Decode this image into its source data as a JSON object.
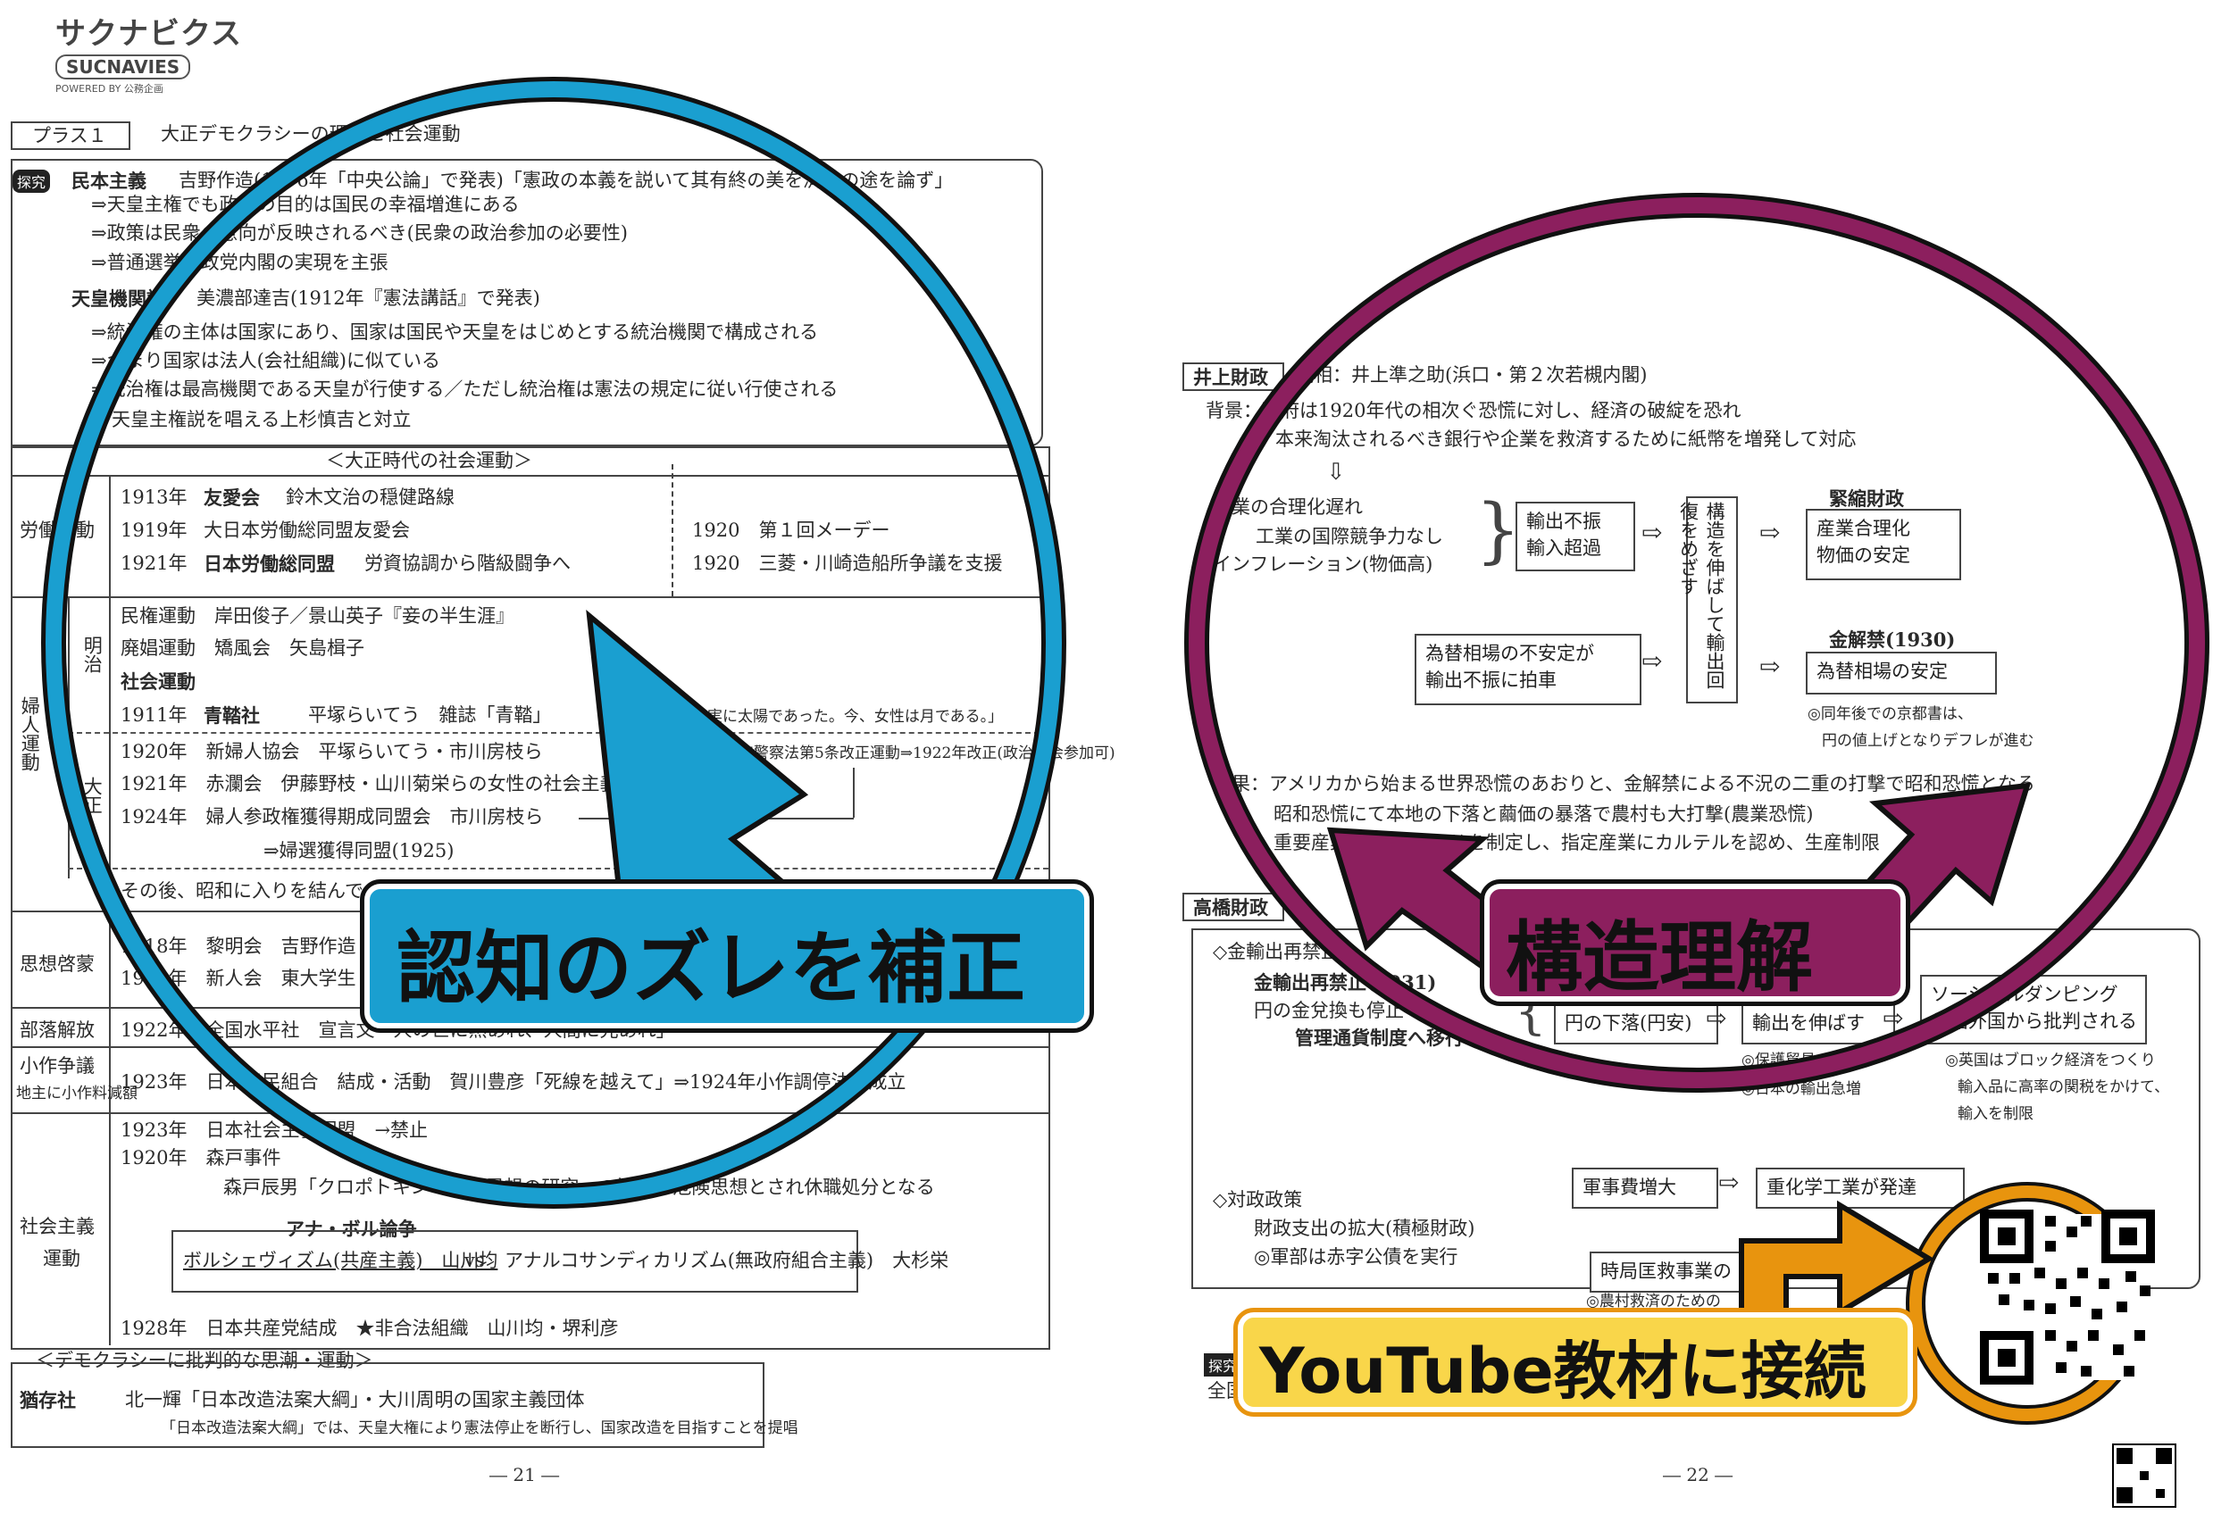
{
  "logo": {
    "name": "サクナビクス",
    "sub": "SUCNAVIES",
    "powered": "POWERED BY 公務企画"
  },
  "left": {
    "section_tag": "プラス１",
    "section_title": "大正デモクラシーの理論と社会運動",
    "explore_tag": "探究",
    "minpon_label": "民本主義",
    "minpon_text": "吉野作造(1976年「中央公論」で発表)「憲政の本義を説いて其有終の美を済すの途を論ず」",
    "minpon_l1": "⇒天皇主権でも政府の目的は国民の幸福増進にある",
    "minpon_l2": "⇒政策は民衆の意向が反映されるべき(民衆の政治参加の必要性)",
    "minpon_l3": "⇒普通選挙や政党内閣の実現を主張",
    "kikan_label": "天皇機関説",
    "kikan_text": "美濃部達吉(1912年『憲法講話』で発表)",
    "kikan_l1": "⇒統治権の主体は国家にあり、国家は国民や天皇をはじめとする統治機関で構成される",
    "kikan_l2": "⇒つまり国家は法人(会社組織)に似ている",
    "kikan_l3": "⇒統治権は最高機関である天皇が行使する／ただし統治権は憲法の規定に従い行使される",
    "kikan_l4": "天皇主権説を唱える上杉慎吉と対立",
    "taisho_header": "＜大正時代の社会運動＞",
    "labor_label": "労働運動",
    "labor_rows": [
      {
        "year": "1913年",
        "org": "友愛会",
        "desc": "鈴木文治の穏健路線"
      },
      {
        "year": "1919年",
        "org": "",
        "desc": "大日本労働総同盟友愛会"
      },
      {
        "year": "1921年",
        "org": "日本労働総同盟",
        "desc": "労資協調から階級闘争へ"
      }
    ],
    "labor_right": [
      "1920　第１回メーデー",
      "1920　三菱・川崎造船所争議を支援"
    ],
    "meiji_label": "明治",
    "women_label": "婦人運動",
    "meiji_rows": [
      "民権運動　岸田俊子／景山英子『妾の半生涯』",
      "廃娼運動　矯風会　矢島楫子",
      "社会運動"
    ],
    "seito_year": "1911年",
    "seito_org": "青鞜社",
    "seito_desc": "平塚らいてう　雑誌「青鞜」",
    "seito_quote": "元始、女性は実に太陽であった。今、女性は月である。」",
    "taisho_label": "大正",
    "taisho_rows": [
      "1920年　新婦人協会　平塚らいてう・市川房枝ら",
      "1921年　赤瀾会　伊藤野枝・山川菊栄らの女性の社会主義団体",
      "1924年　婦人参政権獲得期成同盟会　市川房枝ら"
    ],
    "taisho_right": "治安警察法第5条改正運動⇒1922年改正(政治集会参加可)",
    "taisho_sub": "⇒婦選獲得同盟(1925)",
    "after": "その後、昭和に入りを結んで…",
    "shiso_label": "思想啓蒙",
    "shiso_rows": [
      "1918年　黎明会　吉野作造",
      "1918年　新人会　東大学生"
    ],
    "buraku_label": "部落解放",
    "buraku_row": "1922年　全国水平社　宣言文「人の世に熱あれ、人間に光あれ」",
    "kosaku_label": "小作争議",
    "kosaku_sub": "地主に小作料減額",
    "kosaku_row": "1923年　日本農民組合　結成・活動　賀川豊彦「死線を越えて」⇒1924年小作調停法が成立",
    "shakai_label": "社会主義",
    "shakai_label2": "運動",
    "shakai_rows": [
      "1923年　日本社会主義同盟　→禁止",
      "1920年　森戸事件"
    ],
    "morito": "森戸辰男「クロポトキンの社会思想の研究」の論文が危険思想とされ休職処分となる",
    "anabol": "アナ・ボル論争",
    "anabol_left": "ボルシェヴィズム(共産主義)　山川均",
    "vs": "vs",
    "anabol_right": "アナルコサンディカリズム(無政府組合主義)　大杉栄",
    "kyosan_row": "1928年　日本共産党結成　★非合法組織　山川均・堺利彦",
    "demo_header": "＜デモクラシーに批判的な思潮・運動＞",
    "yuzon_label": "猶存社",
    "yuzon_text": "北一輝「日本改造法案大綱」・大川周明の国家主義団体",
    "yuzon_note": "「日本改造法案大綱」では、天皇大権により憲法停止を断行し、国家改造を目指すことを提唱",
    "page": "― 21 ―"
  },
  "right": {
    "inoue_tag": "井上財政",
    "inoue_head": "蔵相：井上準之助(浜口・第２次若槻内閣)",
    "haikei": "背景：政府は1920年代の相次ぐ恐慌に対し、経済の破綻を恐れ",
    "haikei2": "本来淘汰されるべき銀行や企業を救済するために紙幣を増発して対応",
    "cause1": "産業の合理化遅れ",
    "cause2": "工業の国際競争力なし",
    "cause3": "インフレーション(物価高)",
    "box_export1": "輸出不振",
    "box_export2": "輸入超過",
    "box_vertical": "構造を伸ばして輸出回復をめざす",
    "box_kinkai": "緊縮財政",
    "box_kinkai1": "産業合理化",
    "box_kinkai2": "物価の安定",
    "box_kawase1": "為替相場の不安定が",
    "box_kawase2": "輸出不振に拍車",
    "box_kinkaikin": "金解禁(1930)",
    "box_kinkaikin2": "為替相場の安定",
    "note1": "◎同年後での京都書は、",
    "note2": "円の値上げとなりデフレが進む",
    "result1": "結果：アメリカから始まる世界恐慌のあおりと、金解禁による不況の二重の打撃で昭和恐慌となる",
    "result2": "昭和恐慌にて本地の下落と繭価の暴落で農村も大打撃(農業恐慌)",
    "result3": "重要産業統制法(1931)を制定し、指定産業にカルテルを認め、生産制限",
    "takahashi_tag": "高橋財政",
    "zenkin": "◇金輸出再禁止",
    "kinyu1": "金輸出再禁止(1931)",
    "kinyu2": "円の金兌換も停止",
    "kinyu3": "管理通貨制度へ移行",
    "box_en": "円の下落(円安)",
    "box_yushutsu": "輸出を伸ばす",
    "box_dumping1": "ソーシャルダンピング",
    "box_dumping2": "と諸外国から批判される",
    "note_hogo": "◎保護貿易の加速",
    "note_hogo2": "◎日本の輸出急増",
    "note_eng1": "◎英国はブロック経済をつくり",
    "note_eng2": "輸入品に高率の関税をかけて、",
    "note_eng3": "輸入を制限",
    "taiseisaku": "◇対政政策",
    "zaimin1": "財政支出の拡大(積極財政)",
    "zaimin2": "◎軍部は赤字公債を実行",
    "box_gunji": "軍事費増大",
    "box_jyu": "重化学工業が発達",
    "box_jikyoku": "時局匡救事業の",
    "box_noson": "◎農村救済のための",
    "bottom_tag": "探究",
    "bottom1": "全国",
    "page": "― 22 ―"
  },
  "callouts": {
    "blue": "認知のズレを補正",
    "purple": "構造理解",
    "orange": "YouTube教材に接続"
  },
  "colors": {
    "blue": "#1a9fd0",
    "purple": "#8c1f5e",
    "orange": "#e8940e",
    "yellow": "#f9d64a"
  }
}
